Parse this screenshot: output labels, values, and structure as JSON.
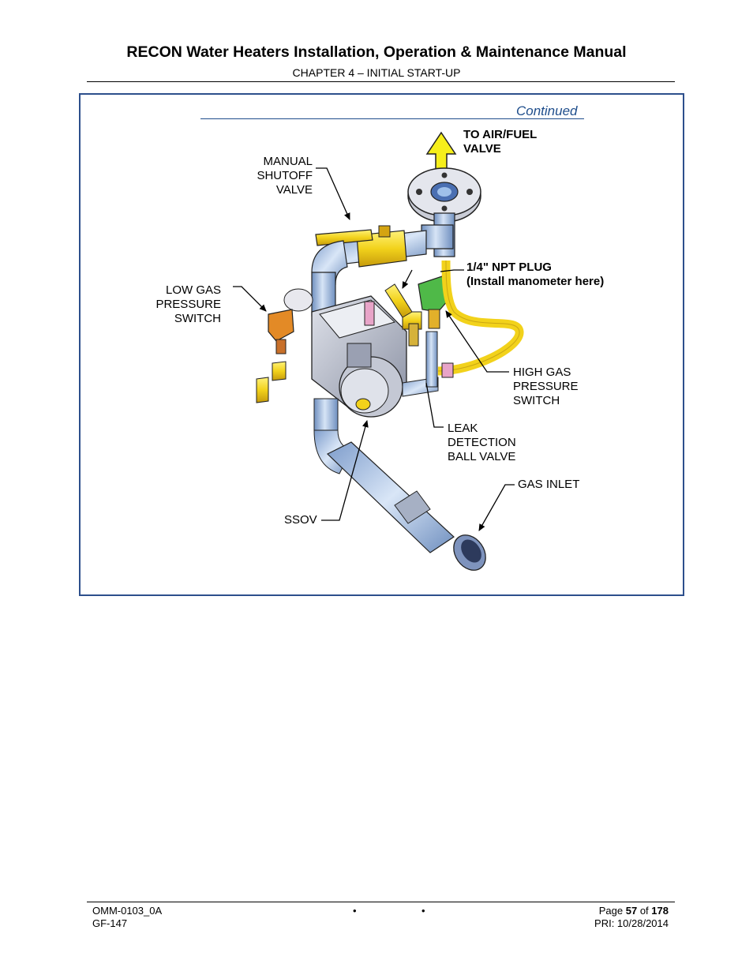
{
  "header": {
    "title": "RECON Water Heaters Installation, Operation & Maintenance Manual",
    "chapter": "CHAPTER 4 – INITIAL START-UP"
  },
  "figure": {
    "continued": "Continued",
    "labels": {
      "to_air_fuel": "TO AIR/FUEL\nVALVE",
      "manual_shutoff": "MANUAL\nSHUTOFF\nVALVE",
      "npt_plug": "1/4\" NPT PLUG\n(Install manometer here)",
      "low_gas": "LOW GAS\nPRESSURE\nSWITCH",
      "high_gas": "HIGH GAS\nPRESSURE\nSWITCH",
      "leak_detection": "LEAK\nDETECTION\nBALL VALVE",
      "gas_inlet": "GAS INLET",
      "ssov": "SSOV"
    }
  },
  "footer": {
    "doc_number": "OMM-0103_0A",
    "gf_number": "GF-147",
    "bullet": "•",
    "page_prefix": "Page",
    "page_current": "57",
    "page_of": "of",
    "page_total": "178",
    "pri": "PRI: 10/28/2014"
  },
  "colors": {
    "frame": "#2d4f8c",
    "pipe": "#a9c3e6",
    "valve_yellow": "#f2d21b",
    "low_switch": "#e38a26",
    "high_switch": "#4fb948",
    "housing": "#b8bccb"
  }
}
